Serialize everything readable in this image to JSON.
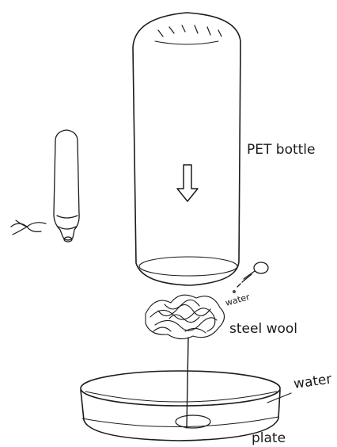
{
  "labels": {
    "pet_bottle": "PET bottle",
    "water_drop": "water",
    "steel_wool": "steel wool",
    "water_plate": "water",
    "plate": "plate"
  },
  "colors": {
    "ink": "#1b1b1b",
    "background": "#ffffff"
  }
}
